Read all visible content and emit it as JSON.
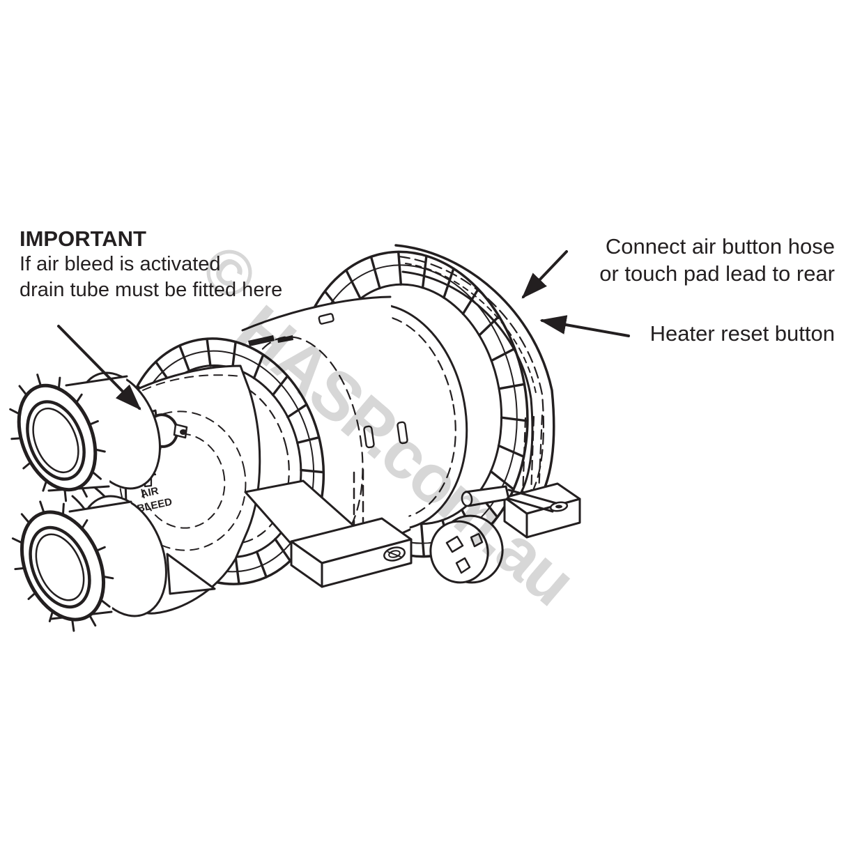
{
  "colors": {
    "line": "#231f20",
    "background": "#ffffff",
    "watermark_gray": "#d7d7d7"
  },
  "annotations": {
    "important_note": {
      "title": "IMPORTANT",
      "line1": "If air bleed is activated",
      "line2": "drain tube must be fitted here"
    },
    "air_button_note": {
      "line1": "Connect air button hose",
      "line2": "or touch pad lead to rear"
    },
    "heater_reset_note": {
      "label": "Heater reset button"
    }
  },
  "diagram": {
    "embossed": {
      "line1": "AIR",
      "line2": "BLEED"
    }
  },
  "watermark": {
    "symbol": "©",
    "text": "HASP.com.au"
  }
}
